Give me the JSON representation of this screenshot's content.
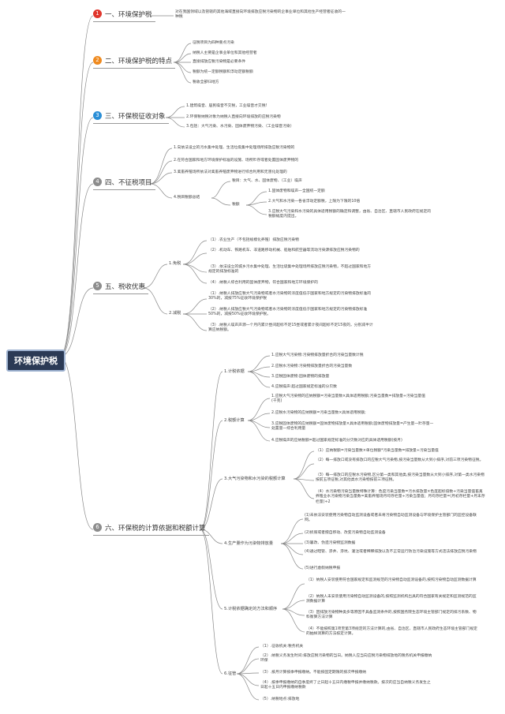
{
  "colors": {
    "root_bg": "#2b3a55",
    "badge_red": "#e0362c",
    "badge_orange": "#ef8a1f",
    "badge_blue": "#2a8ed6",
    "badge_gray": "#8c8c8c",
    "line": "#888888"
  },
  "root": "环境保护税",
  "t1": {
    "num": "1",
    "label": "一、环境保护税",
    "desc": "对在我国领域以及管辖的其他海域直接向环境排放应税污染物的企事业单位和其他生产经营者征收的一种税"
  },
  "t2": {
    "num": "2",
    "label": "二、环境保护税的特点",
    "items": [
      "征税项目为四种重点污染",
      "纳税人主要是企事业单位和其他经营者",
      "直接排放应税污染物是必要条件",
      "税额为统一定额税额和浮动定额税额",
      "税收全部归地方"
    ]
  },
  "t3": {
    "num": "3",
    "label": "三、环保税征收对象",
    "items": [
      "1.建筑噪音、居民噪音不交税，工业噪音才交税!",
      "2.环保税纳税对象为纳税人直接向环境排放的应税污染物",
      "3.包括：大气污染、水污染、固体废弃物污染、（工业噪音污染）"
    ]
  },
  "t4": {
    "num": "4",
    "label": "四、不征税项目",
    "items": [
      "1.向依法设立的污水集中处理、生活垃圾集中处理场所排放应税污染物的",
      "2.在符合国家和地方环境保护标准的设施、场所贮存或者处置固体废弃物的",
      "3.禽畜养殖场所依法对禽畜养殖废弃物进行综合利用和无害化处理的"
    ],
    "summary_label": "4.税目税额总结",
    "summary_tax_items": "税目：大气、水、固体废物、（工业）噪声",
    "summary_tax_label": "税额",
    "summary_amounts": [
      "1.固体废物和噪声—全国统一定额",
      "2.大气和水污染—各省浮动定额税，上限为下限的10倍",
      "3.应税大气污染和水污染的具体适用税额的确定和调整，由省、自治区、直辖市人民政府在规定的税额幅度内提出。"
    ]
  },
  "t5": {
    "num": "5",
    "label": "五、税收优惠",
    "exempt_label": "1.免税",
    "exempt": [
      "（1）.农业生产（不包括规模化养殖）排放应税污染物",
      "（2）.机动车、铁路机车、非道路移动机械、船舶和航空器等流动污染源排放应税污染物的",
      "（3）.依法设立的城乡污水集中处理、生活垃圾集中处理场所排放应税污染物，不超过国家和地方规定的排放标准的",
      "（4）.纳税人综合利用的固体废弃物，符合国家和地方环境保护的"
    ],
    "reduce_label": "2.减税",
    "reduce": [
      "（1）.纳税人排放应税大气污染物或者水污染物的浓度值低于国家和地方规定的污染物排放标准的30%的，减按75%征收环境保护税",
      "（2）.纳税人排放应税大气污染物或者水污染物的浓度值低于国家和地方规定的污染物排放标准50%的，减按50%征收环境保护税。",
      "（3）.纳税人噪声声源一个月内累计昼间超标不足15昼或者累计夜间超标不足15夜的，分别减半计算应纳税额。"
    ]
  },
  "t6": {
    "num": "6",
    "label": "六、环保税的计算依据和税额计算",
    "s1_label": "1.计税依据",
    "s1": [
      "1.应税大气污染物:污染物排放量折合的污染当量数计税",
      "2.应税水污染物:污染物排放量折合的污染当量数",
      "3.应税固体废物:固体废物的排放量",
      "4.应税噪声:超过国家规定标准的分贝数"
    ],
    "s2_label": "2.税额计算",
    "s2": [
      "1.应税大气污染物的应纳税额=污染当量数×具体适用税额;污染当量数=排放量÷污染当量值(千克)",
      "2.应税水污染物的应纳税额=污染当量数×具体适用税额;",
      "3.应税固体废物的应纳税额=固体废物排放量×具体适用税额;固体废物排放量=产生量—贮存量—处置量—综合利用量",
      "4.应税噪声的应纳税额=超过国家规定标准的分贝数对应的具体适用税额(按月)"
    ],
    "s3_label": "3.大气污染物和水污染的税额计算",
    "s3": [
      "（1）应纳税额=污染当量数×单位税额*污染当量数=排放量÷污染当量值",
      "（2）每一排放口或没有排放口的应税大气污染物,按污染当量数从大到小排序,对前三项污染物征税。",
      "（3）每一排放口的应税水污染物,区分第一类和其他类,按污染当量数从大到小排序,对第一类水污染物按前五项征税,对其他类水污染物按前三项征税。",
      "（4）水污染物污染当量数特殊计算：色度污染当量数=污水排放量×色度超标倍数÷污染当量值畜禽养殖业水污染物污染当量数=禽畜养殖场月均存栏量÷污染当量值；月均存栏量=(月初存栏量+月末存栏量)÷2"
    ],
    "s4_label": "4.生产量作为污染物排放量",
    "s4": [
      "(1)未依法安装使用污染物自动监测设备或者未将污染物自动监测设备与环境保护主管部门的监控设备联网。",
      "(2)损毁或者擅自移动、改变污染物自动监测设备",
      "(3)篡改、伪造污染物监测数据",
      "(4)通过暗管、渗井、渗坑、灌注或者稀释排放以及不正常运行防治污染设施等方式违法排放应税污染物",
      "(5)进行虚假纳税申报"
    ],
    "s5_label": "5.计税依据确定的方法和顺序",
    "s5": [
      "（1）纳税人安装使用符合国家规定和监测规范的污染物自动监测设备的,按照污染物自动监测数据计算",
      "（2）纳税人未安装使用污染物自动监测设备的,按照监测机构出具的符合国家有关规定和监测规范的监测数据计算",
      "（3）因排放污染物种类多等原因不具备监测条件的,按照国务院生态环境主管部门规定的排污系数、物料衡算方法计算",
      "（4）不能按照第1项至第3项规定的方法计算的,由省、自治区、直辖市人民政府生态环境主管部门规定的抽样测算的方法核定计算。"
    ],
    "s6_label": "6.征管",
    "s6": [
      "（1）.征收机关:税务机关",
      "（2）.纳税义务发生时间:排放应税污染物的当日。纳税人应当向应税污染物排放地的税务机关申报缴纳环保",
      "（3）.按月计算按季申报缴纳。不能按固定期限的按次申报缴纳",
      "（4）.按季申报缴纳的自季度终了之日起十五日内缴税申报并缴纳税款。按次的应当自纳税义务发生之日起十五日内申报缴纳税款",
      "（5）.纳税地点:排放地"
    ]
  }
}
